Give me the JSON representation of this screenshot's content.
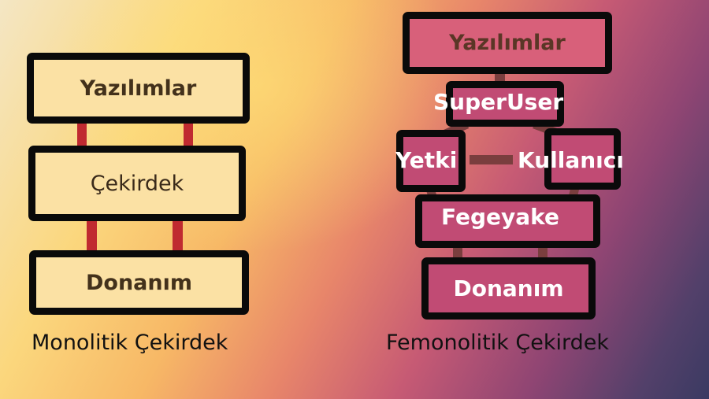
{
  "left": {
    "boxes": {
      "top": "Yazılımlar",
      "middle": "Çekirdek",
      "bottom": "Donanım"
    },
    "caption": "Monolitik Çekirdek",
    "connector_color": "#c02a30"
  },
  "right": {
    "boxes": {
      "software": "Yazılımlar",
      "superuser": "SuperUser",
      "permission": "Yetki",
      "user": "Kullanıcı",
      "fegeyake": "Fegeyake",
      "hardware": "Donanım"
    },
    "caption": "Femonolitik Çekirdek",
    "connector_color": "#7a3e3e"
  }
}
